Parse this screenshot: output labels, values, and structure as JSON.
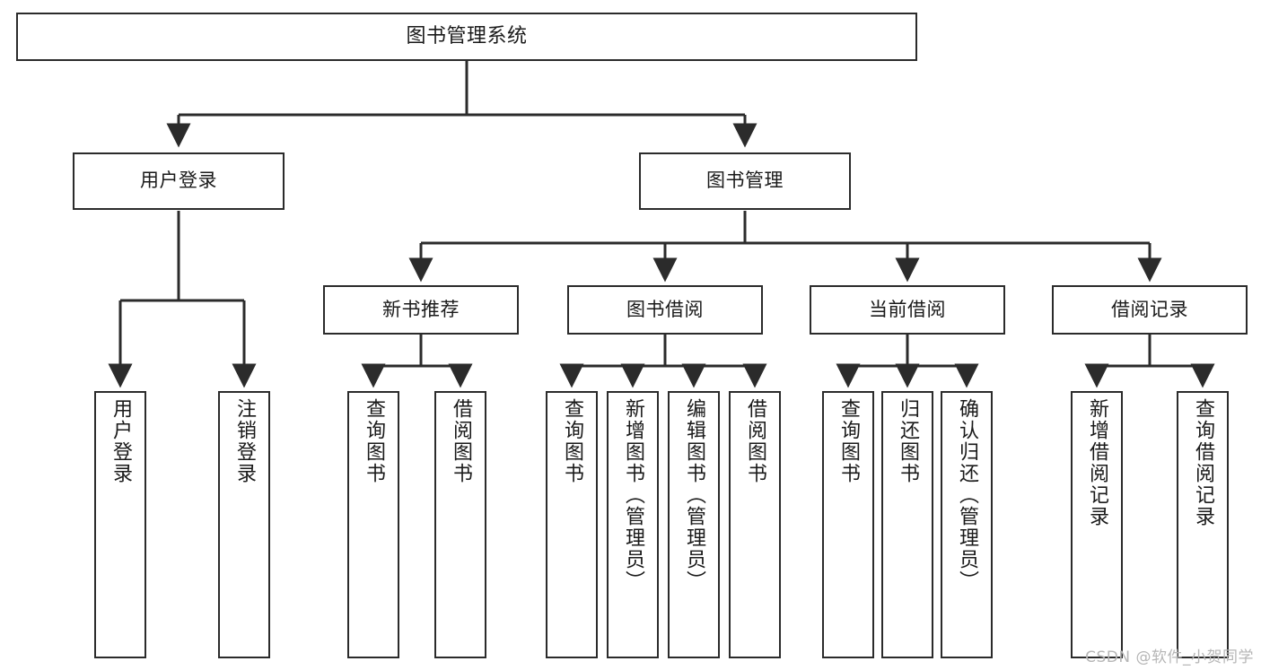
{
  "diagram": {
    "title": "图书管理系统",
    "type": "tree",
    "watermark": "CSDN @软件_小贺同学",
    "colors": {
      "node_border": "#2b2b2b",
      "node_fill": "#ffffff",
      "edge": "#2b2b2b",
      "text": "#1a1a1a",
      "watermark": "#b6b6b6",
      "background": "#ffffff"
    },
    "nodes": {
      "root": {
        "label": "图书管理系统"
      },
      "level2": [
        {
          "label": "用户登录"
        },
        {
          "label": "图书管理"
        }
      ],
      "level3": [
        {
          "label": "新书推荐"
        },
        {
          "label": "图书借阅"
        },
        {
          "label": "当前借阅"
        },
        {
          "label": "借阅记录"
        }
      ],
      "leaves_user_login": [
        {
          "label": "用户登录"
        },
        {
          "label": "注销登录"
        }
      ],
      "leaves_new_book": [
        {
          "label": "查询图书"
        },
        {
          "label": "借阅图书"
        }
      ],
      "leaves_borrow": [
        {
          "label": "查询图书"
        },
        {
          "label": "新增图书（管理员）"
        },
        {
          "label": "编辑图书（管理员）"
        },
        {
          "label": "借阅图书"
        }
      ],
      "leaves_current": [
        {
          "label": "查询图书"
        },
        {
          "label": "归还图书"
        },
        {
          "label": "确认归还（管理员）"
        }
      ],
      "leaves_record": [
        {
          "label": "新增借阅记录"
        },
        {
          "label": "查询借阅记录"
        }
      ]
    }
  }
}
